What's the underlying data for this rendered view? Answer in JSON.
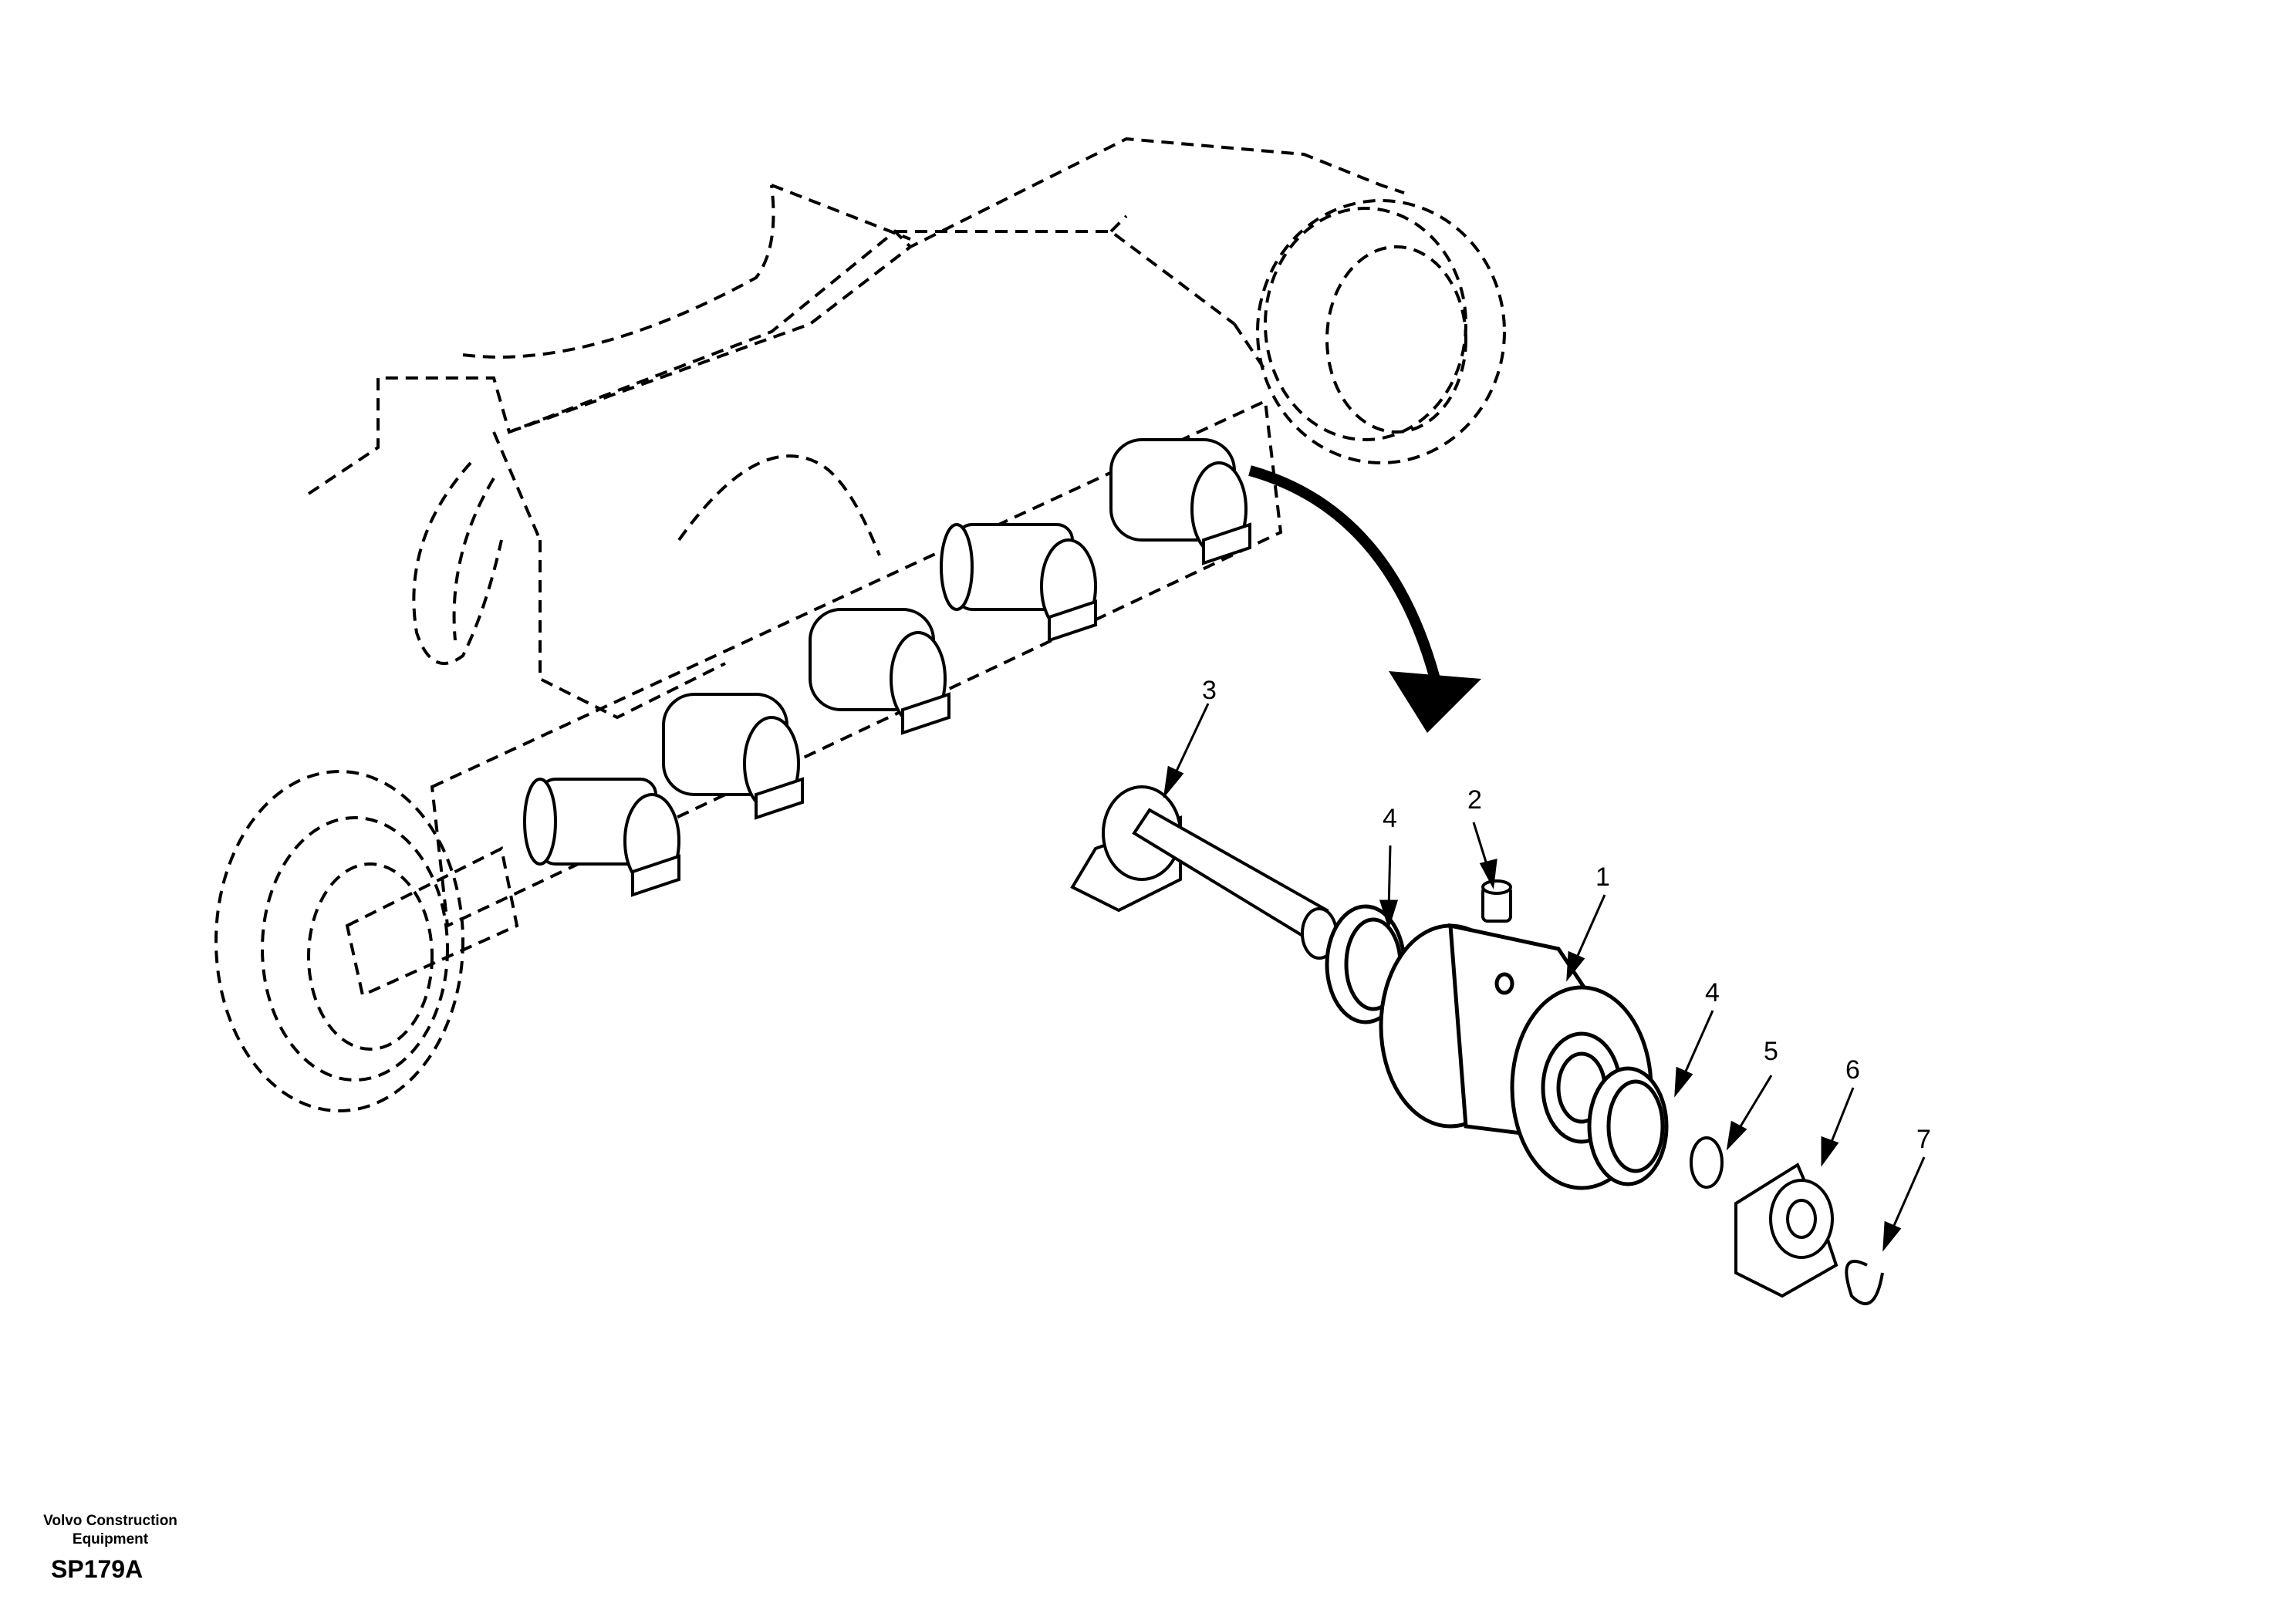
{
  "callouts": [
    "1",
    "2",
    "3",
    "4",
    "4",
    "5",
    "6",
    "7"
  ],
  "footer": {
    "brand_line1": "Volvo Construction",
    "brand_line2": "Equipment",
    "figure_code": "SP179A"
  },
  "colors": {
    "line": "#000000",
    "background": "#ffffff"
  }
}
